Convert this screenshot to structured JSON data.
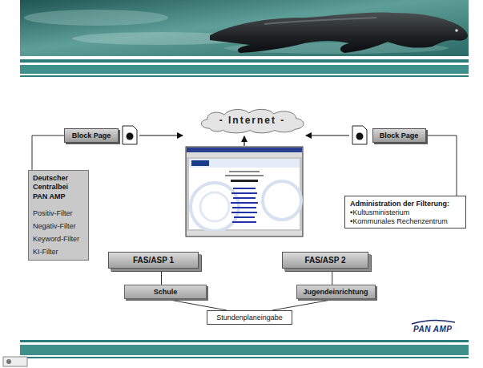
{
  "diagram": {
    "nodes": [
      {
        "text": [
          "- Internet -"
        ]
      },
      {
        "text": [
          "Block Page"
        ]
      },
      {
        "text": [
          "Block Page"
        ]
      },
      {
        "text": [
          "Deutscher Centralbei PAN AMP",
          "Positiv-Filter",
          "Negativ-Filter",
          "Keyword-Filter",
          "KI-Filter"
        ]
      },
      {
        "text": [
          "Administration der Filterung:",
          "•Kultusministerium",
          "•Kommunales Rechenzentrum"
        ]
      },
      {
        "text": [
          "FAS/ASP 1"
        ]
      },
      {
        "text": [
          "FAS/ASP 2"
        ]
      },
      {
        "text": [
          "Schule"
        ]
      },
      {
        "text": [
          "Jugendeinrichtung"
        ]
      },
      {
        "text": [
          "Stundenplaneingabe"
        ]
      }
    ],
    "edges": [
      {
        "from": 1,
        "to": 3,
        "arrow": "none"
      },
      {
        "from": 2,
        "to": 4,
        "arrow": "none"
      },
      {
        "from": 5,
        "to": 7,
        "arrow": "none"
      },
      {
        "from": 6,
        "to": 8,
        "arrow": "none"
      },
      {
        "from": 7,
        "to": 9,
        "arrow": "none"
      },
      {
        "from": 8,
        "to": 9,
        "arrow": "none"
      }
    ],
    "labels": [
      "PAN AMP"
    ]
  }
}
